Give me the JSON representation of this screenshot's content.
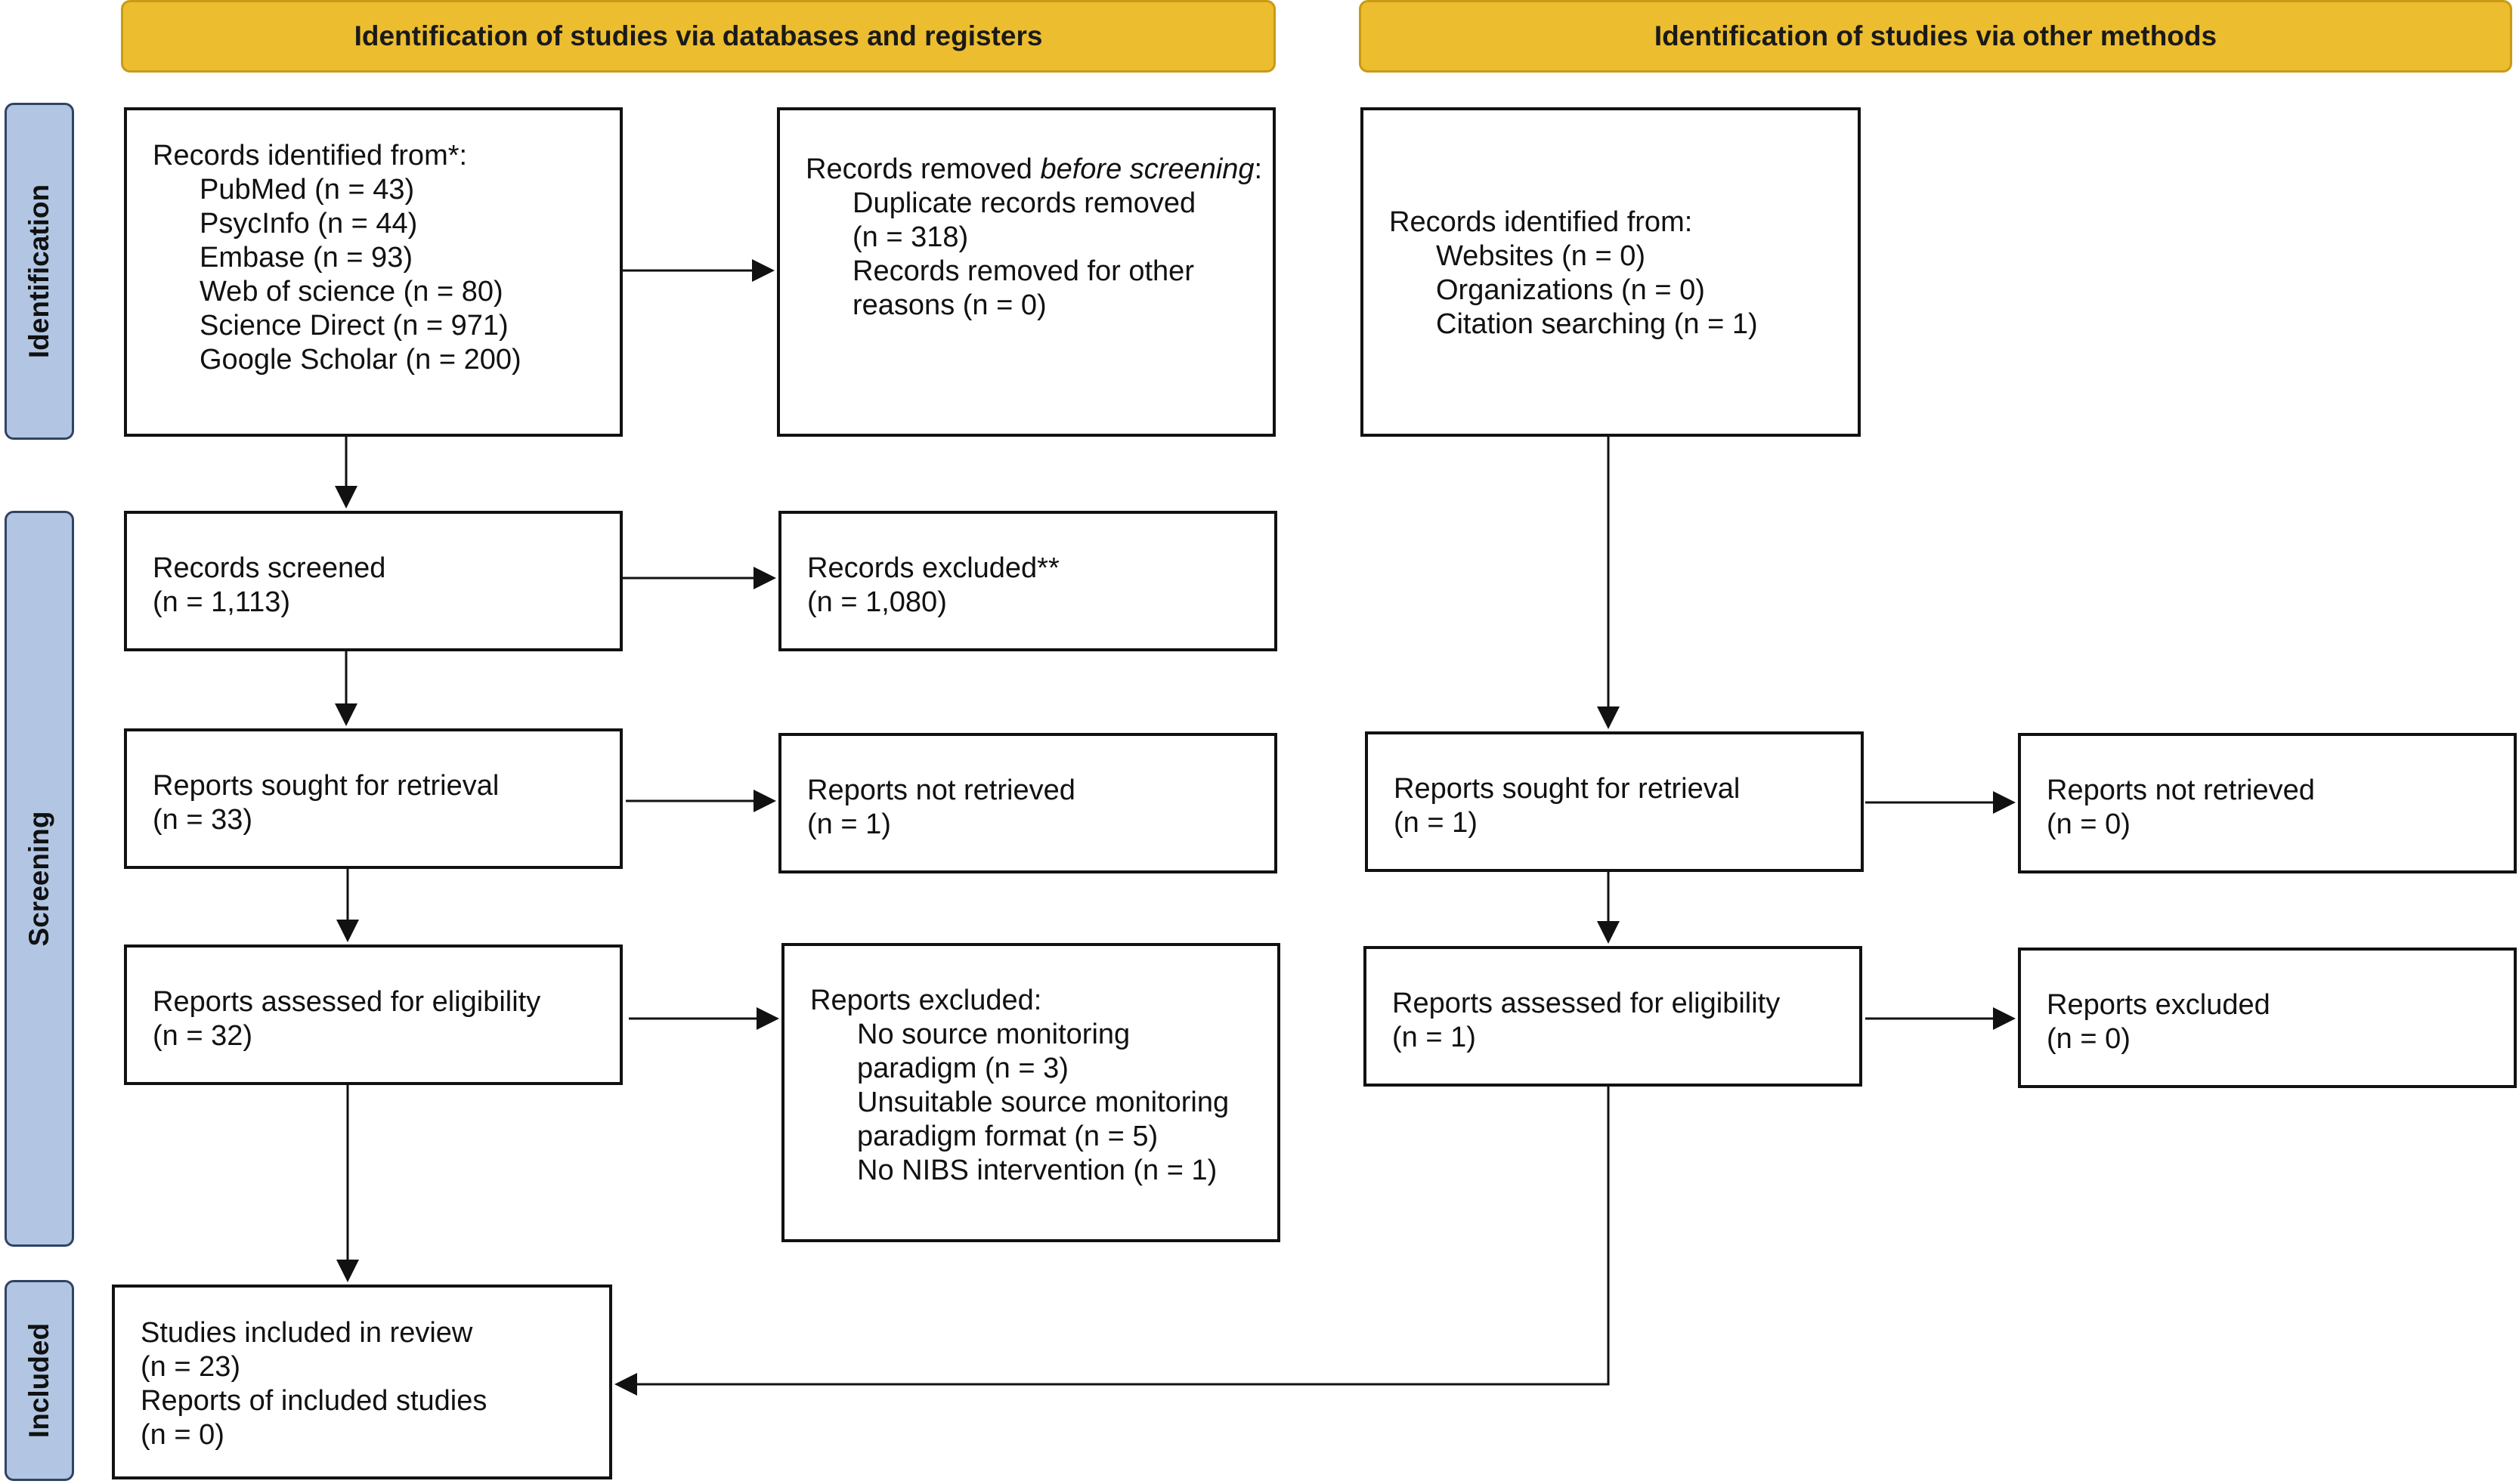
{
  "headers": {
    "databases": "Identification of studies via databases and registers",
    "other": "Identification of studies via other methods"
  },
  "phases": {
    "identification": "Identification",
    "screening": "Screening",
    "included": "Included"
  },
  "databases": {
    "records_identified": {
      "title": "Records identified from*:",
      "sources": [
        "PubMed (n = 43)",
        "PsycInfo (n = 44)",
        "Embase (n = 93)",
        "Web of science (n = 80)",
        "Science Direct (n = 971)",
        "Google Scholar (n = 200)"
      ]
    },
    "records_removed": {
      "prefix": "Records removed ",
      "emphasis": "before screening",
      "suffix": ":",
      "items": [
        "Duplicate records removed",
        "(n = 318)",
        "Records removed for other",
        "reasons (n = 0)"
      ]
    },
    "records_screened": {
      "title": "Records screened",
      "count": "(n = 1,113)"
    },
    "records_excluded": {
      "title": "Records excluded**",
      "count": "(n = 1,080)"
    },
    "reports_sought": {
      "title": "Reports sought for retrieval",
      "count": "(n = 33)"
    },
    "reports_not_retrieved": {
      "title": "Reports not retrieved",
      "count": "(n = 1)"
    },
    "reports_assessed": {
      "title": "Reports assessed for eligibility",
      "count": "(n = 32)"
    },
    "reports_excluded": {
      "title": "Reports excluded:",
      "items": [
        "No source monitoring",
        "paradigm (n = 3)",
        "Unsuitable source monitoring",
        "paradigm format (n = 5)",
        "No NIBS intervention (n = 1)"
      ]
    },
    "studies_included": {
      "lines": [
        "Studies included in review",
        "(n = 23)",
        "Reports of included studies",
        "(n = 0)"
      ]
    }
  },
  "other": {
    "records_identified": {
      "title": "Records identified from:",
      "sources": [
        "Websites (n = 0)",
        "Organizations (n = 0)",
        "Citation searching (n = 1)"
      ]
    },
    "reports_sought": {
      "title": "Reports sought for retrieval",
      "count": "(n = 1)"
    },
    "reports_not_retrieved": {
      "title": "Reports not retrieved",
      "count": "(n = 0)"
    },
    "reports_assessed": {
      "title": "Reports assessed for eligibility",
      "count": "(n = 1)"
    },
    "reports_excluded": {
      "title": "Reports excluded",
      "count": "(n = 0)"
    }
  },
  "colors": {
    "header_fill": "#ecbd2e",
    "phase_fill": "#b2c6e3",
    "phase_border": "#2f4365",
    "box_border": "#111111"
  }
}
